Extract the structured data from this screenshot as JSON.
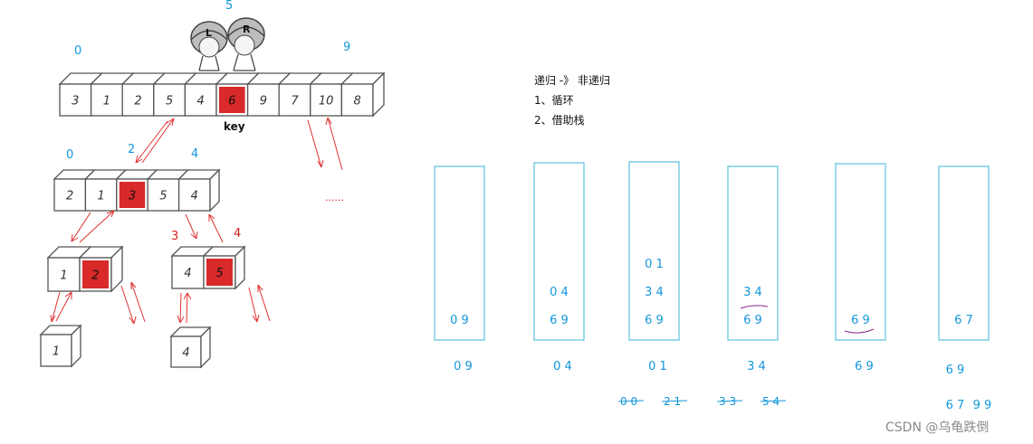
{
  "colors": {
    "blue": "#1296db",
    "red": "#d71d1d",
    "box": "#555555",
    "stack": "#5bc0de"
  },
  "top_array": {
    "index_left": "0",
    "index_mid": "5",
    "index_right": "9",
    "cells": [
      "3",
      "1",
      "2",
      "5",
      "4",
      "6",
      "9",
      "7",
      "10",
      "8"
    ],
    "pivot_index": 5,
    "key_label": "key",
    "mascot_left": "L",
    "mascot_right": "R"
  },
  "second_array": {
    "index_left": "0",
    "index_mid": "2",
    "index_right": "4",
    "cells": [
      "2",
      "1",
      "3",
      "5",
      "4"
    ],
    "pivot_index": 2,
    "ellipsis": "......"
  },
  "third_left": {
    "cells": [
      "1",
      "2"
    ],
    "pivot_index": 1
  },
  "third_right": {
    "index_left": "3",
    "index_right": "4",
    "cells": [
      "4",
      "5"
    ],
    "pivot_index": 1
  },
  "leaf_left": {
    "cells": [
      "1"
    ]
  },
  "leaf_right": {
    "cells": [
      "4"
    ]
  },
  "notes": {
    "title": "递归 -》 非递归",
    "item1": "1、循环",
    "item2": "2、借助栈"
  },
  "stacks": [
    {
      "entries": [
        "0 9"
      ],
      "below": [
        "0 9"
      ],
      "struck": []
    },
    {
      "entries": [
        "0 4",
        "6 9"
      ],
      "below": [
        "0 4"
      ],
      "struck": []
    },
    {
      "entries": [
        "0 1",
        "3 4",
        "6 9"
      ],
      "below": [
        "0 1"
      ],
      "struck": [
        "0 0",
        "2 1"
      ]
    },
    {
      "entries": [
        "3 4",
        "6 9"
      ],
      "below": [
        "3 4"
      ],
      "struck": [
        "3 3",
        "5 4"
      ]
    },
    {
      "entries": [
        "6 9"
      ],
      "below": [
        "6 9"
      ],
      "struck": []
    },
    {
      "entries": [
        "6 7"
      ],
      "below": [
        "6 7",
        "9 9"
      ],
      "struck": []
    }
  ],
  "watermark": "CSDN @乌龟跌倒"
}
